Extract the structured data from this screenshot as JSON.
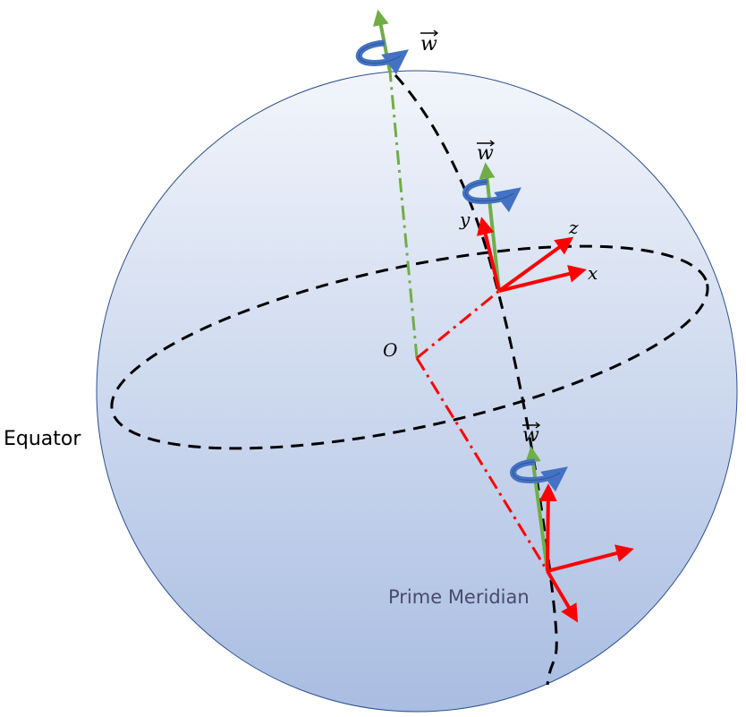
{
  "labels": {
    "equator": "Equator",
    "prime_meridian": "Prime Meridian",
    "origin": "O",
    "axis_x": "x",
    "axis_y": "y",
    "axis_z": "z",
    "omega_top": "w",
    "omega_middle": "w",
    "omega_bottom": "w"
  },
  "colors": {
    "sphere_top": "#f2f5fb",
    "sphere_bottom": "#a9bde2",
    "sphere_outline": "#2f4f8f",
    "dashed_line": "#000000",
    "rotation_axis": "#70ad47",
    "frame_axes": "#ff0000",
    "rotation_arrow": "#4472c4",
    "meridian_label": "#4a4a6a",
    "label_text": "#000000"
  },
  "icons": {
    "rotation": "curved-rotation-arrow-icon",
    "vector": "vector-arrow-icon"
  }
}
